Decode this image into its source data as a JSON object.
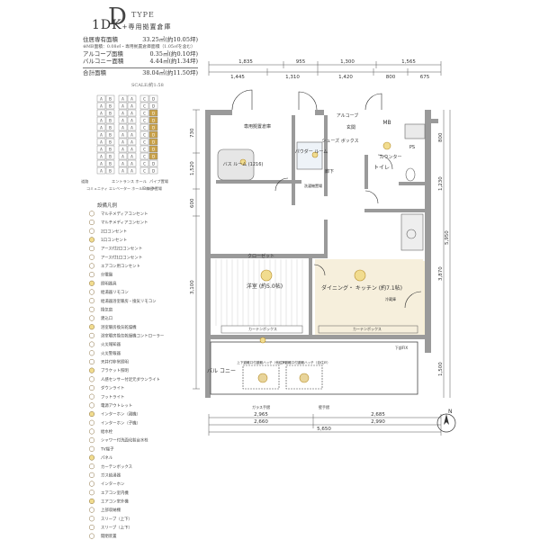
{
  "header": {
    "type_letter": "D",
    "type_word": "TYPE",
    "plan": "1DK",
    "plan_suffix": "+専用拠置倉庫"
  },
  "areas": {
    "exclusive_label": "住居専有面積",
    "exclusive_value": "33.25㎡(約10.05坪)",
    "note": "※MB面積：0.08㎡・専用拠置倉庫面積（1.05㎡を含む）",
    "alcove_label": "アルコーブ面積",
    "alcove_value": "0.35㎡(約0.10坪)",
    "balcony_label": "バルコニー面積",
    "balcony_value": "4.44㎡(約1.34坪)",
    "total_label": "合計面積",
    "total_value": "38.04㎡(約11.50坪)",
    "scale": "SCALE/約1:58"
  },
  "key_plan": {
    "rows": [
      [
        "A",
        "B",
        "A",
        "A",
        "C",
        "D"
      ],
      [
        "A",
        "B",
        "A",
        "A",
        "C",
        "D"
      ],
      [
        "A",
        "B",
        "A",
        "A",
        "C",
        "D"
      ],
      [
        "A",
        "B",
        "A",
        "A",
        "C",
        "D"
      ],
      [
        "A",
        "B",
        "A",
        "A",
        "C",
        "D"
      ],
      [
        "A",
        "B",
        "A",
        "A",
        "C",
        "D"
      ],
      [
        "A",
        "B",
        "A",
        "A",
        "C",
        "D"
      ],
      [
        "A",
        "B",
        "A",
        "A",
        "C",
        "D"
      ],
      [
        "A",
        "B",
        "A",
        "A",
        "C",
        "D"
      ],
      [
        "A",
        "B",
        "A",
        "A",
        "C",
        "D"
      ],
      [
        "A",
        "B",
        "A",
        "A",
        "C",
        "D"
      ]
    ],
    "highlight_color": "#c9a24a",
    "labels": [
      "道路",
      "エントランス ホール",
      "パイプ置場",
      "コミュニティ エレベーター ホール・ロビー",
      "ID林(準置場"
    ]
  },
  "legend": {
    "title": "設備凡例",
    "items": [
      "マルチメディアコンセント",
      "マルチメディアコンセント",
      "2口コンセント",
      "1口コンセント",
      "アース付2口コンセント",
      "アース付1口コンセント",
      "エアコン用コンセント",
      "分電盤",
      "照明器具",
      "給湯器リモコン",
      "給湯器浴室暖房・換気リモコン",
      "換気扇",
      "建込口",
      "浴室暖房換気乾燥機",
      "浴室暖房換気乾燥機コントローラー",
      "火災報知器",
      "火災警報器",
      "天井付非常照明",
      "ブラケット照明",
      "人感センサー付足元ダウンライト",
      "ダウンライト",
      "フットライト",
      "電源アウトレット",
      "インターホン（親機）",
      "インターホン（子機）",
      "給水栓",
      "シャワー付洗面化粧台水栓",
      "TV端子",
      "パネル",
      "カーテンボックス",
      "ガス給湯器",
      "インターホン",
      "エアコン室内機",
      "エアコン室外機",
      "上部収納棚",
      "スリーブ（上下）",
      "スリーブ（上下）",
      "開閉装置"
    ]
  },
  "rooms": {
    "storage": "専用拠置倉庫",
    "bath": "バス\nルーム\n(1216)",
    "powder": "パウダー\nルーム",
    "shoes": "シューズ\nボックス",
    "entrance": "玄関",
    "alcove": "アルコーブ",
    "mb": "MB",
    "ps": "PS",
    "counter": "カウンター",
    "toilet": "トイレ",
    "hall": "廊下",
    "western": "洋室\n(約5.0帖)",
    "dining": "ダイニング・\nキッチン\n(約7.1帖)",
    "closet": "クローゼット",
    "balcony": "バル\nコニー",
    "curtain1": "カーテンボックス",
    "curtain2": "カーテンボックス",
    "refrigerator": "冷蔵庫",
    "washer": "洗濯機置場",
    "sash": "下部FIX",
    "hatch1": "上下避難口付避難ハッチ（他住戸）",
    "hatch2": "上下避難口付避難ハッチ（自住戸）",
    "glass_rail": "ガラス手摺",
    "wall_rail": "壁手摺",
    "north": "N"
  },
  "dimensions": {
    "top_row1": [
      "1,835",
      "955",
      "1,300",
      "1,565"
    ],
    "top_row2": [
      "1,445",
      "1,310",
      "1,420",
      "800",
      "675"
    ],
    "left": [
      "730",
      "1,520",
      "600",
      "3,100"
    ],
    "right": [
      "800",
      "1,230",
      "3,870",
      "5,950",
      "1,500"
    ],
    "bottom_row1": [
      "2,965",
      "2,685"
    ],
    "bottom_row2": [
      "2,660",
      "2,990"
    ],
    "bottom_total": "5,650"
  }
}
